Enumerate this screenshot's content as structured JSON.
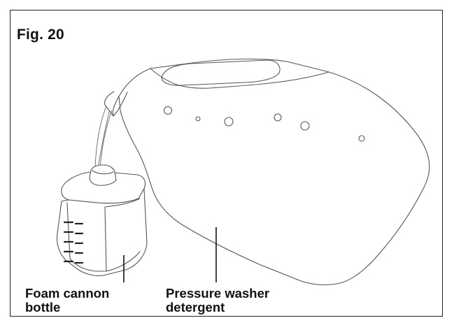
{
  "figure": {
    "title": "Fig. 20"
  },
  "labels": {
    "foam_cannon_bottle": {
      "line1": "Foam cannon",
      "line2": "bottle"
    },
    "pressure_washer_detergent": {
      "line1": "Pressure washer",
      "line2": "detergent"
    }
  },
  "colors": {
    "frame": "#222222",
    "line_art": "#444444",
    "text": "#111111"
  }
}
